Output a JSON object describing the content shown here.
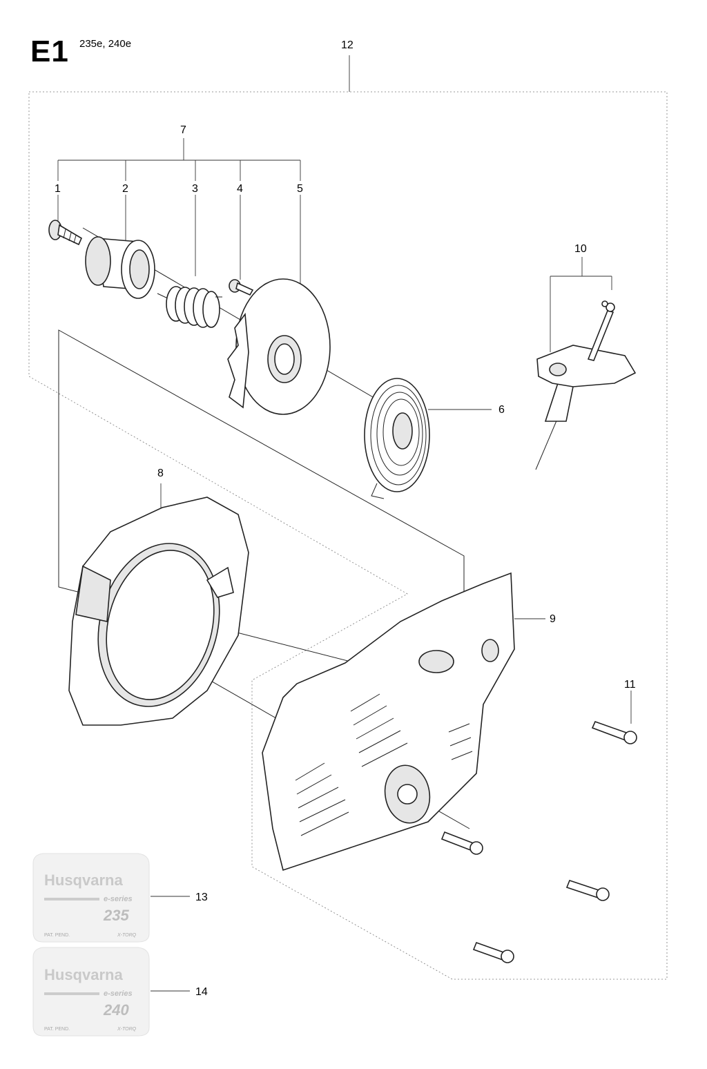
{
  "header": {
    "page_code": "E1",
    "models": "235e, 240e"
  },
  "callouts": {
    "c1": "1",
    "c2": "2",
    "c3": "3",
    "c4": "4",
    "c5": "5",
    "c6": "6",
    "c7": "7",
    "c8": "8",
    "c9": "9",
    "c10": "10",
    "c11": "11",
    "c12": "12",
    "c13": "13",
    "c14": "14"
  },
  "decals": {
    "d13": {
      "brand": "Husqvarna",
      "series": "e-series",
      "model": "235",
      "patent": "PAT. PEND.",
      "tech": "X-TORQ"
    },
    "d14": {
      "brand": "Husqvarna",
      "series": "e-series",
      "model": "240",
      "patent": "PAT. PEND.",
      "tech": "X-TORQ"
    }
  },
  "colors": {
    "line": "#222222",
    "dashed_frame": "#777777",
    "decal_grey": "#c9c9c9"
  }
}
